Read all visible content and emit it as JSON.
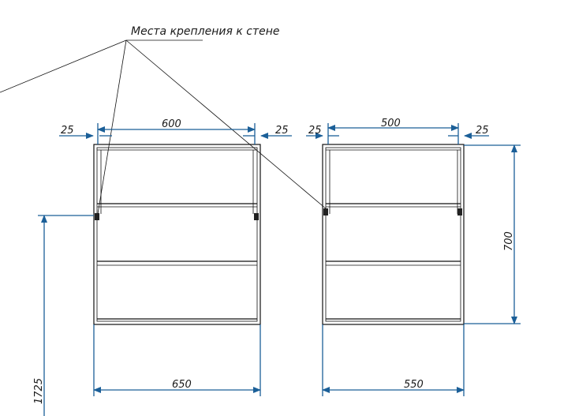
{
  "note": {
    "label": "Места   крепления   к   стене"
  },
  "left_cabinet": {
    "dims": {
      "inner_width": "600",
      "offset_left": "25",
      "offset_right": "25",
      "total_width": "650",
      "mount_height": "1725"
    }
  },
  "right_cabinet": {
    "dims": {
      "inner_width": "500",
      "offset_left": "25",
      "offset_right": "25",
      "total_width": "550",
      "height": "700"
    }
  },
  "colors": {
    "dimension": "#1b5f98",
    "outline": "#111111",
    "background": "#ffffff"
  }
}
